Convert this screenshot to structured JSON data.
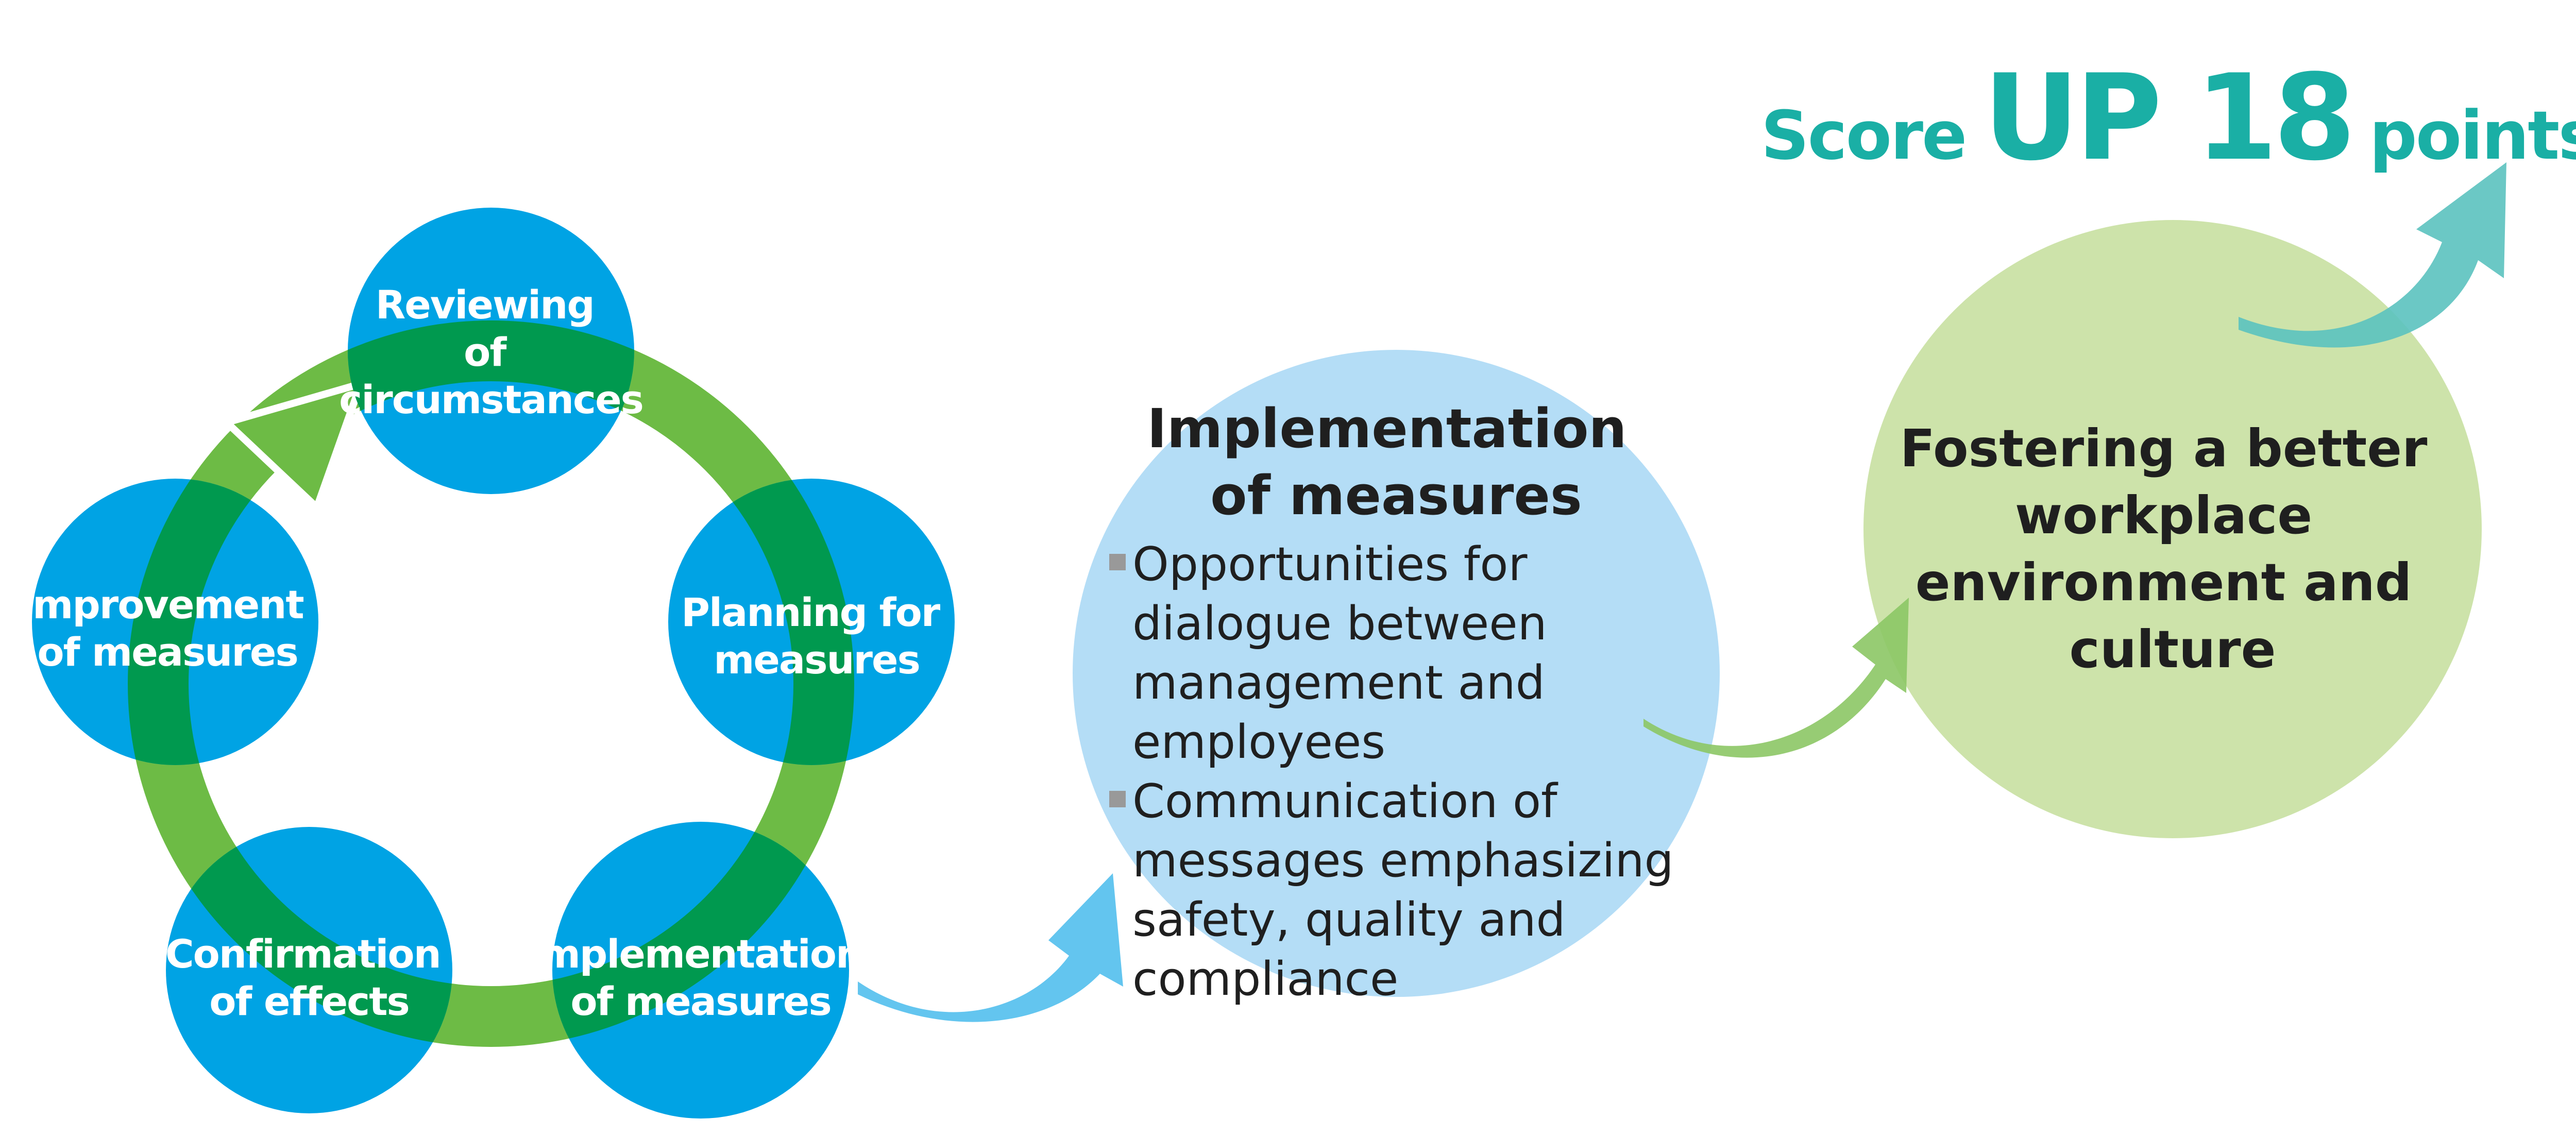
{
  "colors": {
    "cycle_circle": "#00A3E4",
    "cycle_ring": "#6DBB45",
    "cycle_overlap": "#00994F",
    "impl_circle": "#B4DDF6",
    "goal_circle": "#CDE3AA",
    "arrow_blue": "#5BC2EE",
    "arrow_green": "#8CC765",
    "arrow_teal": "#5BC2BF",
    "score_teal": "#1AAFA5",
    "text_dark": "#1F1F1F",
    "bullet_gray": "#999999"
  },
  "cycle": {
    "steps": [
      {
        "lines": [
          "Reviewing",
          "of",
          "circumstances"
        ]
      },
      {
        "lines": [
          "Planning for",
          "measures"
        ]
      },
      {
        "lines": [
          "Implementation",
          "of measures"
        ]
      },
      {
        "lines": [
          "Confirmation",
          "of effects"
        ]
      },
      {
        "lines": [
          "Improvement",
          "of measures"
        ]
      }
    ]
  },
  "implementation": {
    "title_lines": [
      "Implementation",
      "of measures"
    ],
    "bullets": [
      {
        "lines": [
          "Opportunities for",
          "dialogue between",
          "management and",
          "employees"
        ]
      },
      {
        "lines": [
          "Communication of",
          "messages emphasizing",
          "safety, quality and",
          "compliance"
        ]
      }
    ]
  },
  "goal": {
    "lines": [
      "Fostering a better",
      "workplace",
      "environment and",
      "culture"
    ]
  },
  "score": {
    "prefix": "Score",
    "highlight": "UP 18",
    "suffix": "points"
  }
}
